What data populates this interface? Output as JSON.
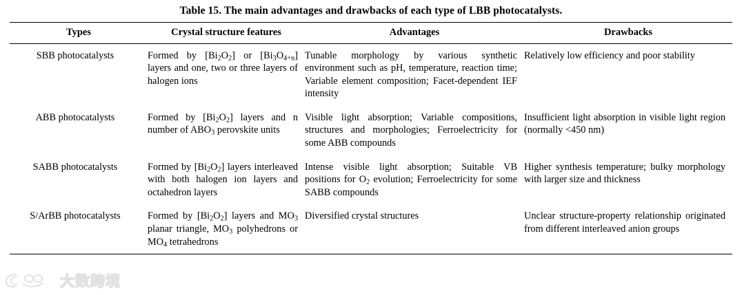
{
  "caption": "Table 15. The main advantages and drawbacks of each type of LBB photocatalysts.",
  "table": {
    "headers": [
      "Types",
      "Crystal structure features",
      "Advantages",
      "Drawbacks"
    ],
    "rows": [
      {
        "type": "SBB photocatalysts",
        "crystal_html": "Formed by [Bi<sub>2</sub>O<sub>2</sub>] or [Bi<sub>3</sub>O<sub>4+n</sub>] layers and one, two or three layers of halogen ions",
        "crystal_text": "Formed by [Bi2O2] or [Bi3O4+n] layers and one, two or three layers of halogen ions",
        "advantages_html": "Tunable morphology by various synthetic environment such as pH, temperature, reaction time; Variable element composition; Facet-dependent IEF intensity",
        "advantages_text": "Tunable morphology by various synthetic environment such as pH, temperature, reaction time; Variable element composition; Facet-dependent IEF intensity",
        "drawbacks_html": "Relatively low efficiency and poor stability",
        "drawbacks_text": "Relatively low efficiency and poor stability"
      },
      {
        "type": "ABB photocatalysts",
        "crystal_html": "Formed by [Bi<sub>2</sub>O<sub>2</sub>] layers and n number of ABO<sub>3</sub> perovskite units",
        "crystal_text": "Formed by [Bi2O2] layers and n number of ABO3 perovskite units",
        "advantages_html": "Visible light absorption; Variable compositions, structures and morphologies; Ferroelectricity for some ABB compounds",
        "advantages_text": "Visible light absorption; Variable compositions, structures and morphologies; Ferroelectricity for some ABB compounds",
        "drawbacks_html": "Insufficient light absorption in visible light region (normally &lt;450 nm)",
        "drawbacks_text": "Insufficient light absorption in visible light region (normally <450 nm)"
      },
      {
        "type": "SABB photocatalysts",
        "crystal_html": "Formed by [Bi<sub>2</sub>O<sub>2</sub>] layers interleaved with both halogen ion layers and octahedron layers",
        "crystal_text": "Formed by [Bi2O2] layers interleaved with both halogen ion layers and octahedron layers",
        "advantages_html": "Intense visible light absorption; Suitable VB positions for O<sub>2</sub> evolution; Ferroelectricity for some SABB compounds",
        "advantages_text": "Intense visible light absorption; Suitable VB positions for O2 evolution; Ferroelectricity for some SABB compounds",
        "drawbacks_html": "Higher synthesis temperature; bulky morphology with larger size and thickness",
        "drawbacks_text": "Higher synthesis temperature; bulky morphology with larger size and thickness"
      },
      {
        "type": "S/ArBB photocatalysts",
        "crystal_html": "Formed by [Bi<sub>2</sub>O<sub>2</sub>] layers and MO<sub>3</sub> planar triangle, MO<sub>3</sub> polyhedrons or MO<sub>4</sub> tetrahedrons",
        "crystal_text": "Formed by [Bi2O2] layers and MO3 planar triangle, MO3 polyhedrons or MO4 tetrahedrons",
        "advantages_html": "Diversified crystal structures",
        "advantages_text": "Diversified crystal structures",
        "drawbacks_html": "Unclear structure-property relationship originated from different interleaved anion groups",
        "drawbacks_text": "Unclear structure-property relationship originated from different interleaved anion groups"
      }
    ]
  },
  "watermark": {
    "text": "大数跨境",
    "color": "#e6e6e6"
  }
}
